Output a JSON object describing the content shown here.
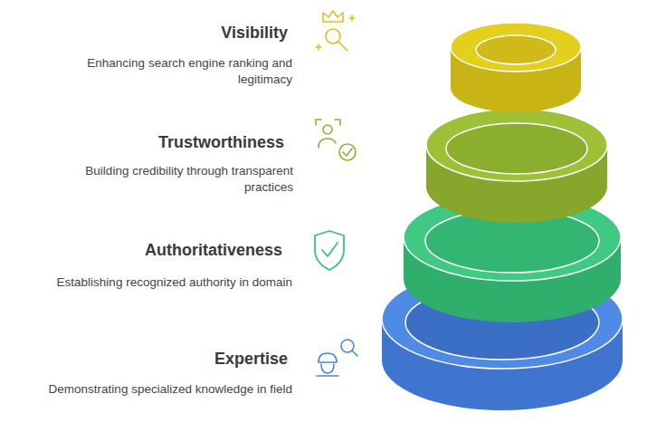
{
  "diagram": {
    "labels": [
      "Visibility",
      "Enhancing search engine ranking and legitimacy",
      "Trustworthiness",
      "Building credibility through transparent practices",
      "Authoritativeness",
      "Establishing recognized authority in domain",
      "Expertise",
      "Demonstrating specialized knowledge in field"
    ]
  }
}
